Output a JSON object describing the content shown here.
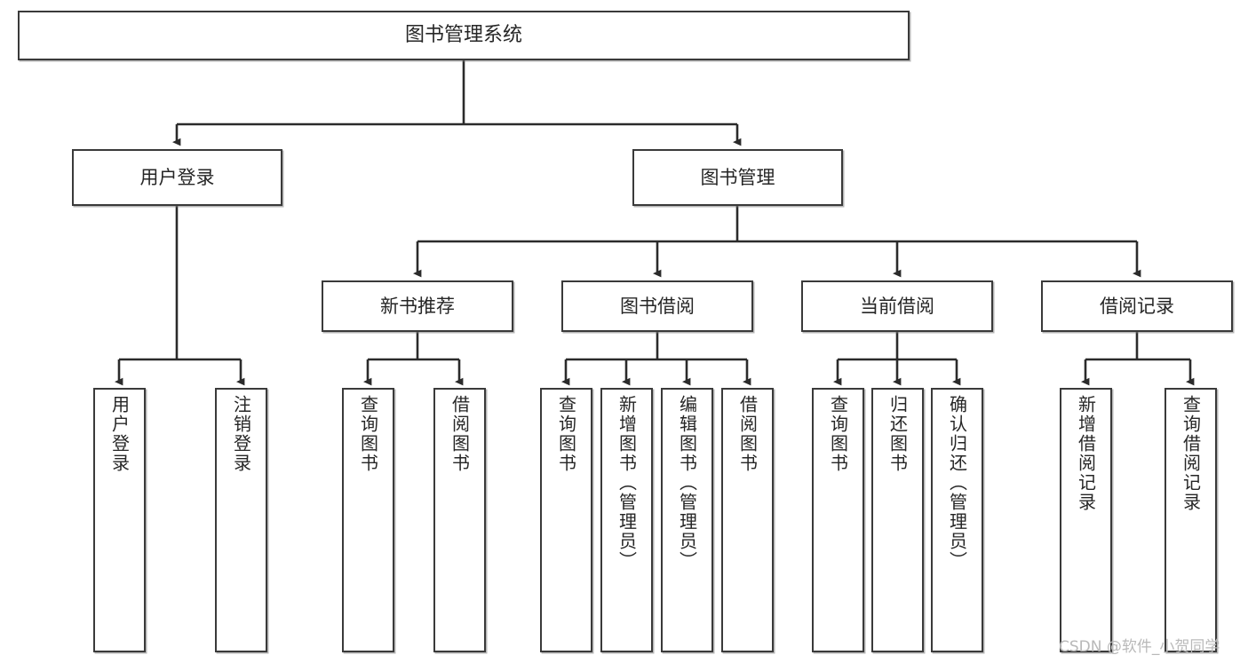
{
  "diagram": {
    "title": "图书管理系统",
    "type": "tree",
    "orientation": "top-down",
    "colors": {
      "box_border": "#3a3a3a",
      "box_fill": "#ffffff",
      "edge": "#2b2b2b",
      "text": "#262626",
      "watermark": "#b9b9b9",
      "background": "#ffffff"
    },
    "watermark": "CSDN @软件_小贺同学",
    "root": {
      "id": "root",
      "label": "图书管理系统"
    },
    "level2": [
      {
        "id": "user-login",
        "label": "用户登录"
      },
      {
        "id": "book-manage",
        "label": "图书管理"
      }
    ],
    "level3": [
      {
        "id": "new-book-recommend",
        "label": "新书推荐"
      },
      {
        "id": "book-borrow",
        "label": "图书借阅"
      },
      {
        "id": "current-borrow",
        "label": "当前借阅"
      },
      {
        "id": "borrow-record",
        "label": "借阅记录"
      }
    ],
    "leaves": [
      {
        "id": "leaf-user-login",
        "parent": "user-login",
        "label": "用户登录"
      },
      {
        "id": "leaf-logout",
        "parent": "user-login",
        "label": "注销登录"
      },
      {
        "id": "leaf-query-book-1",
        "parent": "new-book-recommend",
        "label": "查询图书"
      },
      {
        "id": "leaf-borrow-book-1",
        "parent": "new-book-recommend",
        "label": "借阅图书"
      },
      {
        "id": "leaf-query-book-2",
        "parent": "book-borrow",
        "label": "查询图书"
      },
      {
        "id": "leaf-add-book",
        "parent": "book-borrow",
        "label": "新增图书（管理员）"
      },
      {
        "id": "leaf-edit-book",
        "parent": "book-borrow",
        "label": "编辑图书（管理员）"
      },
      {
        "id": "leaf-borrow-book-2",
        "parent": "book-borrow",
        "label": "借阅图书"
      },
      {
        "id": "leaf-query-book-3",
        "parent": "current-borrow",
        "label": "查询图书"
      },
      {
        "id": "leaf-return-book",
        "parent": "current-borrow",
        "label": "归还图书"
      },
      {
        "id": "leaf-confirm-return",
        "parent": "current-borrow",
        "label": "确认归还（管理员）"
      },
      {
        "id": "leaf-add-record",
        "parent": "borrow-record",
        "label": "新增借阅记录"
      },
      {
        "id": "leaf-query-record",
        "parent": "borrow-record",
        "label": "查询借阅记录"
      }
    ]
  }
}
